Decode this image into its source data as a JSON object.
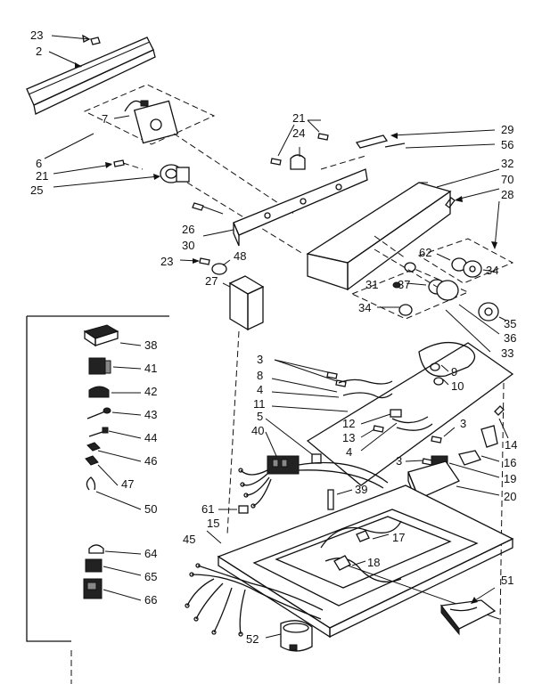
{
  "callouts": [
    {
      "id": "c23a",
      "text": "23"
    },
    {
      "id": "c2",
      "text": "2"
    },
    {
      "id": "c7",
      "text": "7"
    },
    {
      "id": "c6",
      "text": "6"
    },
    {
      "id": "c21a",
      "text": "21"
    },
    {
      "id": "c25",
      "text": "25"
    },
    {
      "id": "c21b",
      "text": "21"
    },
    {
      "id": "c24",
      "text": "24"
    },
    {
      "id": "c29",
      "text": "29"
    },
    {
      "id": "c56",
      "text": "56"
    },
    {
      "id": "c32",
      "text": "32"
    },
    {
      "id": "c70",
      "text": "70"
    },
    {
      "id": "c28",
      "text": "28"
    },
    {
      "id": "c26",
      "text": "26"
    },
    {
      "id": "c30",
      "text": "30"
    },
    {
      "id": "c23b",
      "text": "23"
    },
    {
      "id": "c48",
      "text": "48"
    },
    {
      "id": "c62",
      "text": "62"
    },
    {
      "id": "c34a",
      "text": "34"
    },
    {
      "id": "c27",
      "text": "27"
    },
    {
      "id": "c31",
      "text": "31"
    },
    {
      "id": "c37",
      "text": "37"
    },
    {
      "id": "c34b",
      "text": "34"
    },
    {
      "id": "c35",
      "text": "35"
    },
    {
      "id": "c36",
      "text": "36"
    },
    {
      "id": "c33",
      "text": "33"
    },
    {
      "id": "c38",
      "text": "38"
    },
    {
      "id": "c41",
      "text": "41"
    },
    {
      "id": "c42",
      "text": "42"
    },
    {
      "id": "c43",
      "text": "43"
    },
    {
      "id": "c44",
      "text": "44"
    },
    {
      "id": "c46",
      "text": "46"
    },
    {
      "id": "c47",
      "text": "47"
    },
    {
      "id": "c50",
      "text": "50"
    },
    {
      "id": "c64",
      "text": "64"
    },
    {
      "id": "c65",
      "text": "65"
    },
    {
      "id": "c66",
      "text": "66"
    },
    {
      "id": "c3a",
      "text": "3"
    },
    {
      "id": "c8",
      "text": "8"
    },
    {
      "id": "c9",
      "text": "9"
    },
    {
      "id": "c10",
      "text": "10"
    },
    {
      "id": "c4a",
      "text": "4"
    },
    {
      "id": "c11",
      "text": "11"
    },
    {
      "id": "c5",
      "text": "5"
    },
    {
      "id": "c12",
      "text": "12"
    },
    {
      "id": "c13",
      "text": "13"
    },
    {
      "id": "c3b",
      "text": "3"
    },
    {
      "id": "c40",
      "text": "40"
    },
    {
      "id": "c4b",
      "text": "4"
    },
    {
      "id": "c14",
      "text": "14"
    },
    {
      "id": "c3c",
      "text": "3"
    },
    {
      "id": "c16",
      "text": "16"
    },
    {
      "id": "c19",
      "text": "19"
    },
    {
      "id": "c39",
      "text": "39"
    },
    {
      "id": "c20",
      "text": "20"
    },
    {
      "id": "c61",
      "text": "61"
    },
    {
      "id": "c15",
      "text": "15"
    },
    {
      "id": "c17",
      "text": "17"
    },
    {
      "id": "c45",
      "text": "45"
    },
    {
      "id": "c18",
      "text": "18"
    },
    {
      "id": "c51",
      "text": "51"
    },
    {
      "id": "c52",
      "text": "52"
    }
  ]
}
